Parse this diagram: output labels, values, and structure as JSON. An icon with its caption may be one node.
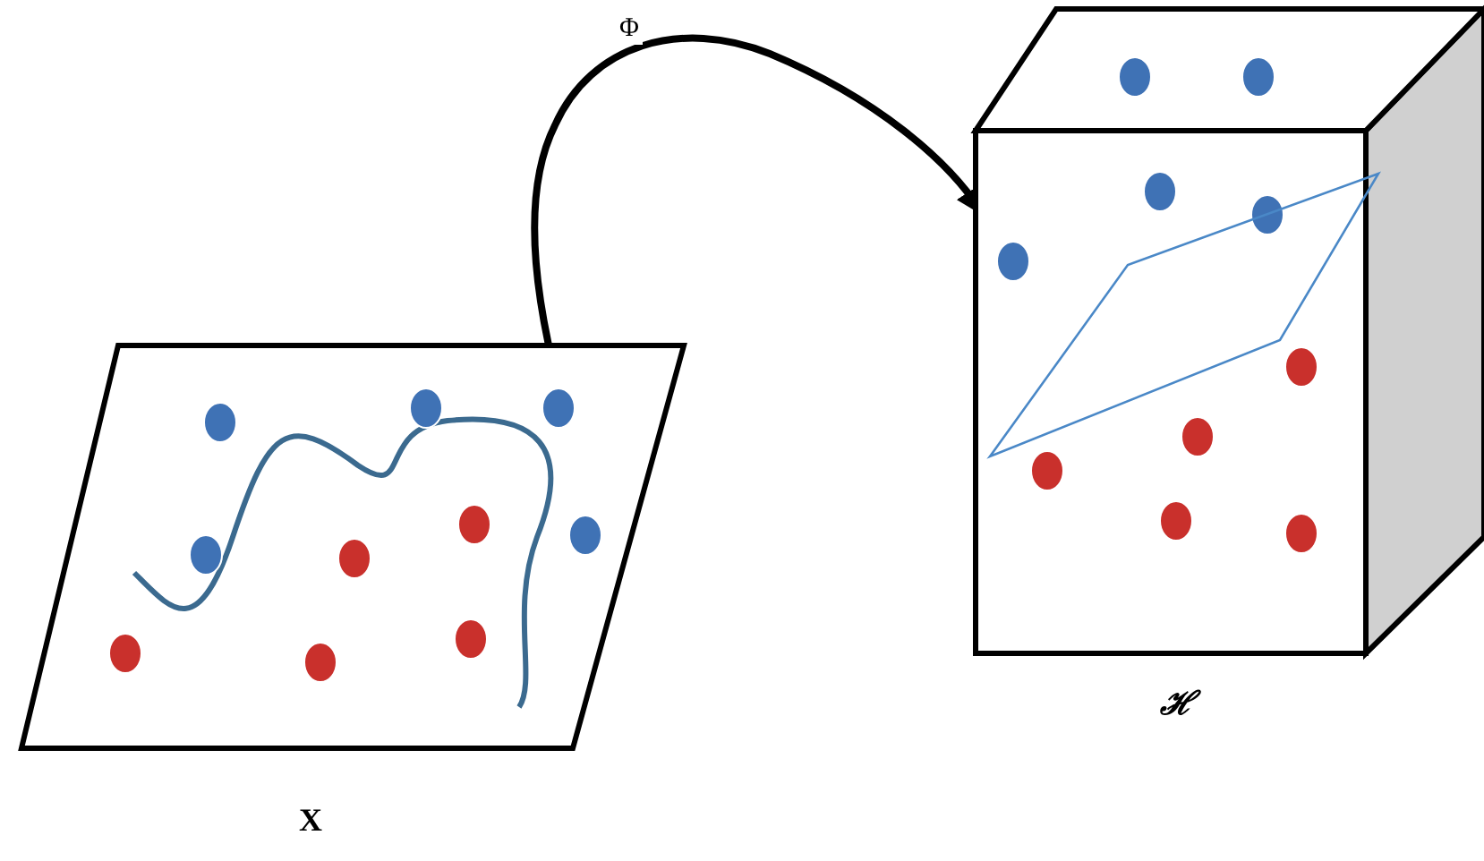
{
  "diagram": {
    "nodes": [
      {
        "text": [],
        "shape": "parallelogram",
        "beside": [
          "X"
        ]
      },
      {
        "text": [],
        "shape": "cube",
        "beside": [
          "ℋ"
        ]
      }
    ],
    "edges": [
      {
        "from": 0,
        "to": 1,
        "arrow": "to",
        "label": "Φ"
      }
    ]
  }
}
